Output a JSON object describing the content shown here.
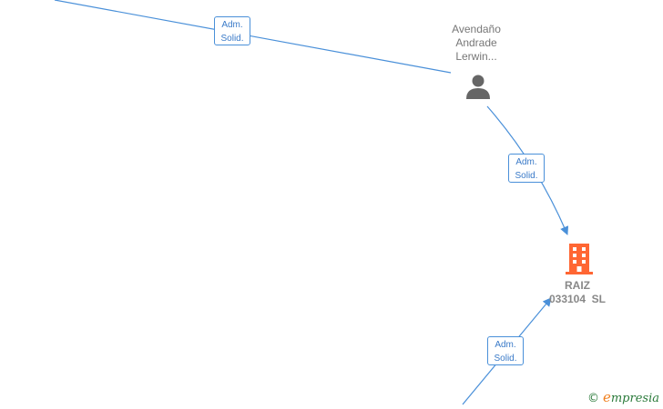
{
  "diagram": {
    "person_node": {
      "label_lines": [
        "Avendaño",
        "Andrade",
        "Lerwin..."
      ],
      "icon": "person-icon",
      "color": "#666666"
    },
    "company_node": {
      "label_lines": [
        "RAIZ",
        "033104  SL"
      ],
      "icon": "building-icon",
      "color": "#ff6633"
    },
    "edges": [
      {
        "badge_lines": [
          "Adm.",
          "Solid."
        ]
      },
      {
        "badge_lines": [
          "Adm.",
          "Solid."
        ]
      },
      {
        "badge_lines": [
          "Adm.",
          "Solid."
        ]
      }
    ],
    "edge_color": "#4a90d9"
  },
  "watermark": {
    "copyright": "©",
    "brand_first": "e",
    "brand_rest": "mpresia"
  }
}
